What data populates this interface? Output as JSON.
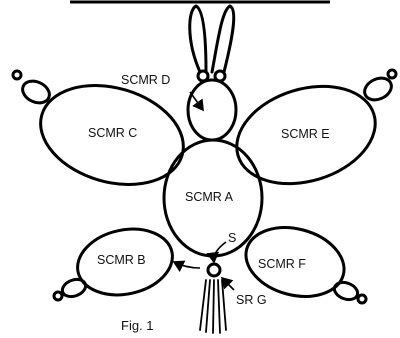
{
  "labels": {
    "scmr_a": "SCMR A",
    "scmr_b": "SCMR B",
    "scmr_c": "SCMR C",
    "scmr_d": "SCMR D",
    "scmr_e": "SCMR E",
    "scmr_f": "SCMR F",
    "s": "S",
    "sr_g": "SR G"
  },
  "caption": "Fig. 1"
}
